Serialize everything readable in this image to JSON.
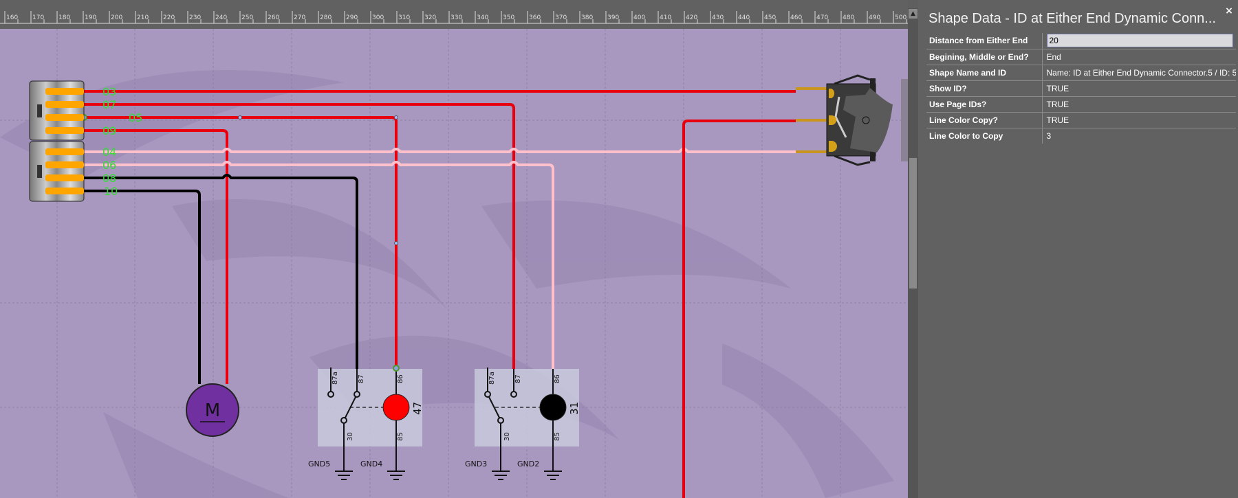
{
  "ruler": {
    "ticks": [
      "160",
      "170",
      "180",
      "190",
      "200",
      "210",
      "220",
      "230",
      "240",
      "250",
      "260",
      "270",
      "280",
      "290",
      "300",
      "310",
      "320",
      "330",
      "340",
      "350",
      "360",
      "370",
      "380",
      "390",
      "400",
      "410",
      "420",
      "430",
      "440",
      "450",
      "460",
      "470",
      "480",
      "490",
      "500"
    ]
  },
  "diagram": {
    "wire_labels": [
      "03",
      "07",
      "05",
      "09",
      "04",
      "06",
      "08",
      "10"
    ],
    "colors": {
      "background": "#a898bf",
      "red_wire": "#e8000f",
      "pink_wire": "#ffc0cb",
      "black_wire": "#000000",
      "pin": "#ffa500",
      "label": "#33cc33"
    },
    "motor": {
      "label": "M",
      "color": "#7030a0"
    },
    "relay1": {
      "pins": [
        "87a",
        "87",
        "86",
        "30",
        "85"
      ],
      "coil_label": "47",
      "coil_color": "#ff0000",
      "gnd_left": "GND5",
      "gnd_right": "GND4"
    },
    "relay2": {
      "pins": [
        "87a",
        "87",
        "86",
        "30",
        "85"
      ],
      "coil_label": "31",
      "coil_color": "#000000",
      "gnd_left": "GND3",
      "gnd_right": "GND2"
    }
  },
  "panel": {
    "title": "Shape Data - ID at Either End Dynamic Conn...",
    "close": "×",
    "rows": [
      {
        "label": "Distance from Either End",
        "value": "20"
      },
      {
        "label": "Begining, Middle or End?",
        "value": "End"
      },
      {
        "label": "Shape Name and ID",
        "value": "Name: ID at Either End Dynamic Connector.5 / ID: 5"
      },
      {
        "label": "Show ID?",
        "value": "TRUE"
      },
      {
        "label": "Use Page IDs?",
        "value": "TRUE"
      },
      {
        "label": "Line Color Copy?",
        "value": "TRUE"
      },
      {
        "label": "Line Color to Copy",
        "value": "3"
      }
    ]
  }
}
